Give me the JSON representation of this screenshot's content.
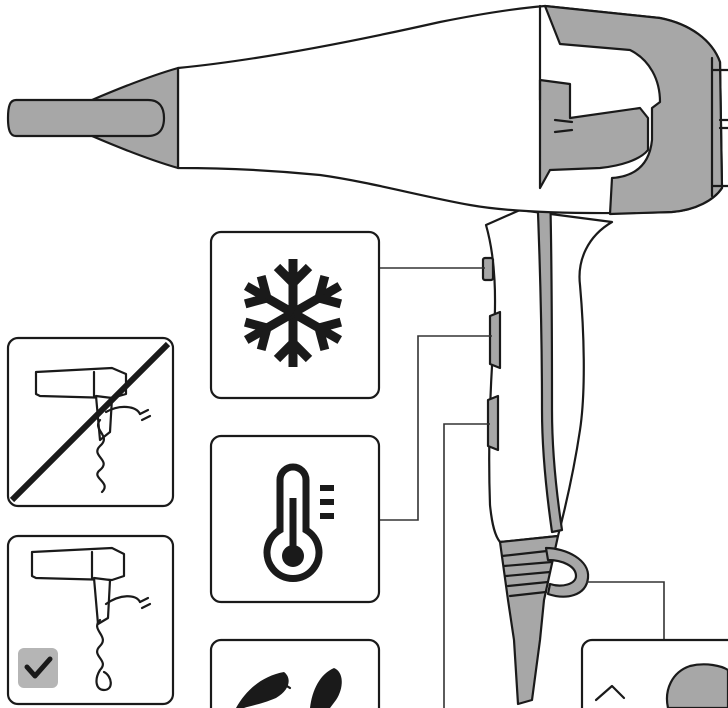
{
  "figure": {
    "colors": {
      "outline": "#1a1a1a",
      "body": "#ffffff",
      "accent_gray": "#a7a7a7",
      "check_badge": "#b5b5b5"
    },
    "icons": [
      "hair-dryer-illustration",
      "snowflake-icon",
      "thermometer-icon",
      "airflow-fan-icon",
      "cord-wrap-wrong-icon",
      "cord-wrap-correct-icon",
      "checkmark-icon",
      "hang-loop-detail-icon"
    ],
    "callouts": [
      {
        "id": "cool-shot-button",
        "icon": "snowflake-icon"
      },
      {
        "id": "temperature-switch",
        "icon": "thermometer-icon"
      },
      {
        "id": "speed-switch",
        "icon": "airflow-fan-icon"
      },
      {
        "id": "hang-loop",
        "icon": "hang-loop-detail-icon"
      }
    ],
    "cord_storage": [
      {
        "id": "wrapped-cord",
        "status": "not allowed"
      },
      {
        "id": "loose-cord",
        "status": "allowed"
      }
    ]
  }
}
